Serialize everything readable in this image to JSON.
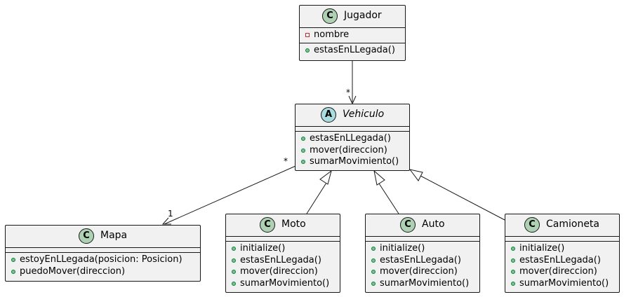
{
  "classes": {
    "jugador": {
      "stereotype": "C",
      "name": "Jugador",
      "fields": [
        {
          "vis": "private",
          "text": "nombre"
        }
      ],
      "methods": [
        {
          "vis": "public",
          "text": "estasEnLLegada()"
        }
      ]
    },
    "vehiculo": {
      "stereotype": "A",
      "name": "Vehiculo",
      "abstract": true,
      "fields": [],
      "methods": [
        {
          "vis": "public",
          "text": "estasEnLLegada()"
        },
        {
          "vis": "public",
          "text": "mover(direccion)"
        },
        {
          "vis": "public",
          "text": "sumarMovimiento()"
        }
      ]
    },
    "mapa": {
      "stereotype": "C",
      "name": "Mapa",
      "fields": [],
      "methods": [
        {
          "vis": "public",
          "text": "estoyEnLLegada(posicion: Posicion)"
        },
        {
          "vis": "public",
          "text": "puedoMover(direccion)"
        }
      ]
    },
    "moto": {
      "stereotype": "C",
      "name": "Moto",
      "fields": [],
      "methods": [
        {
          "vis": "public",
          "text": "initialize()"
        },
        {
          "vis": "public",
          "text": "estasEnLLegada()"
        },
        {
          "vis": "public",
          "text": "mover(direccion)"
        },
        {
          "vis": "public",
          "text": "sumarMovimiento()"
        }
      ]
    },
    "auto": {
      "stereotype": "C",
      "name": "Auto",
      "fields": [],
      "methods": [
        {
          "vis": "public",
          "text": "initialize()"
        },
        {
          "vis": "public",
          "text": "estasEnLLegada()"
        },
        {
          "vis": "public",
          "text": "mover(direccion)"
        },
        {
          "vis": "public",
          "text": "sumarMovimiento()"
        }
      ]
    },
    "camioneta": {
      "stereotype": "C",
      "name": "Camioneta",
      "fields": [],
      "methods": [
        {
          "vis": "public",
          "text": "initialize()"
        },
        {
          "vis": "public",
          "text": "estasEnLLegada()"
        },
        {
          "vis": "public",
          "text": "mover(direccion)"
        },
        {
          "vis": "public",
          "text": "sumarMovimiento()"
        }
      ]
    }
  },
  "relations": {
    "jugador_vehiculo": {
      "type": "association",
      "from": "Jugador",
      "to": "Vehiculo",
      "target_multiplicity": "*"
    },
    "vehiculo_mapa": {
      "type": "association",
      "from": "Vehiculo",
      "to": "Mapa",
      "source_multiplicity": "*",
      "target_multiplicity": "1"
    },
    "moto_vehiculo": {
      "type": "generalization",
      "from": "Moto",
      "to": "Vehiculo"
    },
    "auto_vehiculo": {
      "type": "generalization",
      "from": "Auto",
      "to": "Vehiculo"
    },
    "camioneta_vehiculo": {
      "type": "generalization",
      "from": "Camioneta",
      "to": "Vehiculo"
    }
  },
  "colors": {
    "box_fill": "#f1f1f1",
    "border": "#181818",
    "class_badge": "#add1b2",
    "abstract_badge": "#a9dcdf",
    "public_marker": "#84be84",
    "private_marker": "#c82930"
  }
}
